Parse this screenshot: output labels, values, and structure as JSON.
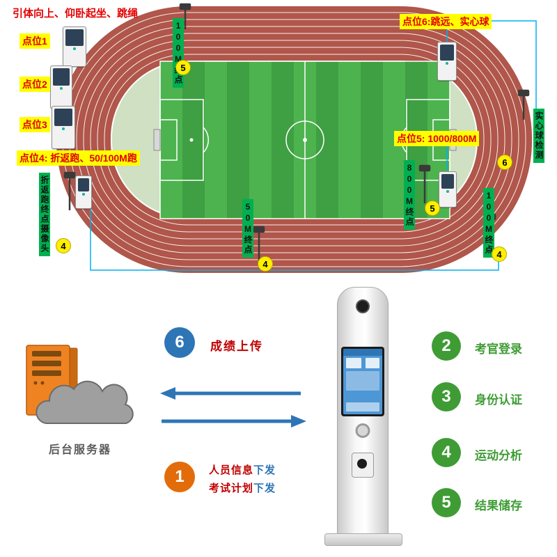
{
  "title": "引体向上、仰卧起坐、跳绳",
  "field": {
    "points": [
      {
        "label": "点位1"
      },
      {
        "label": "点位2"
      },
      {
        "label": "点位3"
      },
      {
        "label": "点位4: 折返跑、50/100M跑"
      },
      {
        "label": "点位5: 1000/800M"
      },
      {
        "label": "点位6:跳远、实心球"
      }
    ],
    "green_labels": {
      "finish_100m_top": "100M终点",
      "finish_50m": "50M终点",
      "finish_800m": "800M终点",
      "finish_100m_right": "100M终点",
      "turnback_camera": "折返跑终点摄像头",
      "shotput_check": "实心球检测"
    },
    "markers": {
      "top": "5",
      "left": "4",
      "bottom": "4",
      "mid_right": "5",
      "far_right": "6",
      "bottom_right": "4"
    }
  },
  "flow": {
    "server_label": "后台服务器",
    "upload": {
      "num": "6",
      "text": "成绩上传"
    },
    "download": {
      "num": "1",
      "line1": {
        "red": "人员信息",
        "blue": "下发"
      },
      "line2": {
        "red": "考试计划",
        "blue": "下发"
      }
    },
    "steps": [
      {
        "num": "2",
        "label": "考官登录"
      },
      {
        "num": "3",
        "label": "身份认证"
      },
      {
        "num": "4",
        "label": "运动分析"
      },
      {
        "num": "5",
        "label": "结果储存"
      }
    ]
  },
  "colors": {
    "highlight_yellow": "#ffff00",
    "label_red": "#e10000",
    "green_tag": "#00b050",
    "step_green": "#3f9c35",
    "flow_blue": "#2e75b6",
    "flow_orange": "#e36c0a",
    "connector_cyan": "#00b0f0",
    "track_red": "#b0564a",
    "pitch_green_light": "#4db34f",
    "pitch_green_dark": "#3f9f43"
  }
}
